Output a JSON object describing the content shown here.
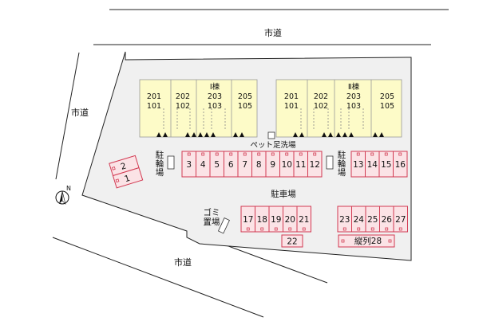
{
  "roads": {
    "north": "市道",
    "west": "市道",
    "south": "市道"
  },
  "compass": {
    "label": "N"
  },
  "buildings": [
    {
      "id": "building-1",
      "label": "Ⅰ棟",
      "units": [
        {
          "top": "201",
          "bottom": "101"
        },
        {
          "top": "202",
          "bottom": "102"
        },
        {
          "top": "203",
          "bottom": "103"
        },
        {
          "top": "205",
          "bottom": "105"
        }
      ]
    },
    {
      "id": "building-2",
      "label": "Ⅱ棟",
      "units": [
        {
          "top": "201",
          "bottom": "101"
        },
        {
          "top": "202",
          "bottom": "102"
        },
        {
          "top": "203",
          "bottom": "103"
        },
        {
          "top": "205",
          "bottom": "105"
        }
      ]
    }
  ],
  "labels": {
    "pet_wash": "ペット足洗場",
    "bike_left": "駐輪場",
    "bike_right": "駐輪場",
    "parking": "駐車場",
    "trash": "ゴミ置場"
  },
  "parking": {
    "row_top_a": [
      "3",
      "4",
      "5",
      "6",
      "7",
      "8",
      "9",
      "10",
      "11",
      "12"
    ],
    "row_top_b": [
      "13",
      "14",
      "15",
      "16"
    ],
    "row_bottom_a": [
      "17",
      "18",
      "19",
      "20",
      "21"
    ],
    "row_bottom_b": [
      "23",
      "24",
      "25",
      "26",
      "27"
    ],
    "single_22": "22",
    "tandem_28": "縦列28",
    "left_stalls": [
      "2",
      "1"
    ]
  },
  "colors": {
    "lot": "#f0f0f0",
    "building": "#fdfbc8",
    "parking_fill": "#fbe3e6",
    "parking_stroke": "#d23a52"
  }
}
